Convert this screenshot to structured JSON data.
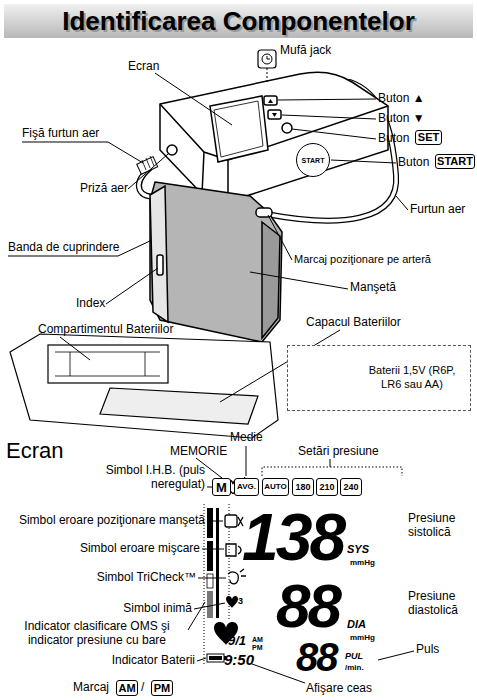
{
  "diagram": {
    "title": "Identificarea Componentelor",
    "nodes": [
      {
        "text": [
          "SET"
        ]
      },
      {
        "text": [
          "START"
        ]
      },
      {
        "text": [
          "START"
        ]
      },
      {
        "text": [
          "Baterii 1,5V (R6P, LR6 sau AA)"
        ]
      },
      {
        "text": [
          "M"
        ]
      },
      {
        "text": [
          "AVG."
        ]
      },
      {
        "text": [
          "AUTO"
        ]
      },
      {
        "text": [
          "180"
        ]
      },
      {
        "text": [
          "210"
        ]
      },
      {
        "text": [
          "240"
        ]
      },
      {
        "text": [
          "AM"
        ]
      },
      {
        "text": [
          "PM"
        ]
      }
    ],
    "labels": [
      "Mufă jack",
      "Ecran",
      "Buton ▲",
      "Buton ▼",
      "Buton",
      "Buton",
      "Fişă furtun aer",
      "Priză aer",
      "Furtun aer",
      "Banda de cuprindere",
      "Marcaj poziţionare pe arteră",
      "Manşetă",
      "Index",
      "Compartimentul Bateriilor",
      "Capacul Bateriilor",
      "Ecran",
      "MEMORIE",
      "Medie",
      "Setări presiune",
      "Simbol I.H.B. (puls neregulat)",
      "Simbol eroare poziţionare manşetă",
      "Simbol eroare mişcare",
      "Simbol TriCheck™",
      "Simbol inimă",
      "Indicator clasificare OMS şi indicator presiune cu bare",
      "Indicator Baterii",
      "Marcaj",
      "/",
      "Presiune sistolică",
      "Presiune diastolică",
      "Puls",
      "Afişare ceas",
      "138",
      "SYS",
      "mmHg",
      "88",
      "DIA",
      "mmHg",
      "9/1",
      "9:50",
      "AM",
      "PM",
      "88",
      "PUL",
      "/min.",
      "3"
    ]
  }
}
